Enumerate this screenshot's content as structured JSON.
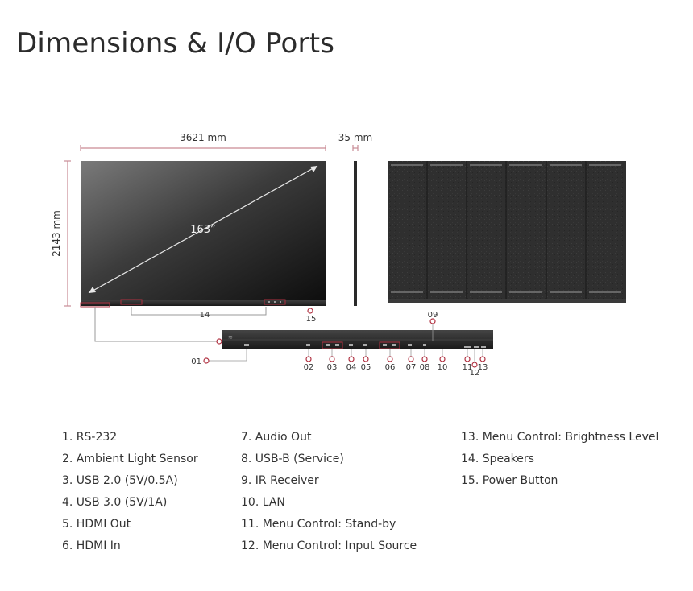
{
  "title": "Dimensions & I/O Ports",
  "dimensions": {
    "width": "3621 mm",
    "depth": "35 mm",
    "height": "2143 mm",
    "diagonal": "163”"
  },
  "callouts": [
    "01",
    "02",
    "03",
    "04",
    "05",
    "06",
    "07",
    "08",
    "09",
    "10",
    "11",
    "12",
    "13",
    "14",
    "15"
  ],
  "legend": {
    "col1": [
      "1. RS-232",
      "2. Ambient Light Sensor",
      "3. USB 2.0 (5V/0.5A)",
      "4. USB 3.0 (5V/1A)",
      "5. HDMI Out",
      "6. HDMI In"
    ],
    "col2": [
      "7. Audio Out",
      "8. USB-B (Service)",
      "9. IR Receiver",
      "10. LAN",
      "11. Menu Control: Stand-by",
      "12. Menu Control: Input Source"
    ],
    "col3": [
      "13. Menu Control: Brightness Level",
      "14. Speakers",
      "15. Power Button"
    ]
  },
  "colors": {
    "accent": "#b03040",
    "dimension_line": "#c98b95",
    "panel_dark": "#3a3a3a"
  }
}
